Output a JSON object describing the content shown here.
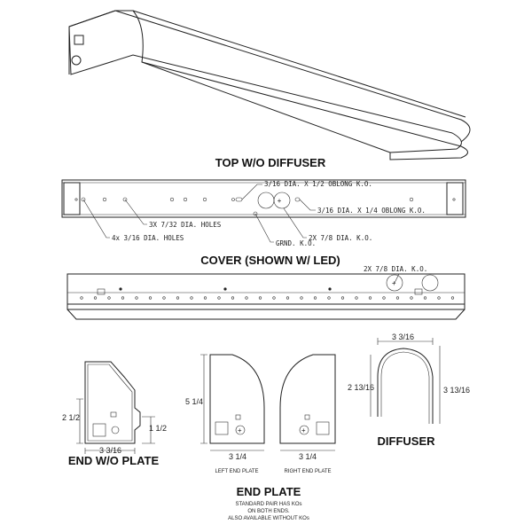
{
  "titles": {
    "top": "TOP W/O DIFFUSER",
    "cover": "COVER (SHOWN W/ LED)",
    "end_wo_plate": "END W/O PLATE",
    "diffuser": "DIFFUSER",
    "end_plate": "END PLATE"
  },
  "callouts": {
    "oblong_half": "3/16 DIA. X 1/2 OBLONG K.O.",
    "oblong_quarter": "3/16 DIA. X 1/4 OBLONG K.O.",
    "holes_7_32": "3X 7/32 DIA. HOLES",
    "holes_3_16": "4x 3/16 DIA. HOLES",
    "grnd": "GRND. K.O.",
    "ko_7_8": "2X 7/8 DIA. K.O.",
    "cover_ko": "2X 7/8 DIA. K.O."
  },
  "dimensions": {
    "end_height": "2 1/2",
    "end_notch": "1 1/2",
    "end_width": "3 3/16",
    "plate_height": "5 1/4",
    "left_plate_width": "3 1/4",
    "right_plate_width": "3 1/4",
    "diffuser_width": "3 3/16",
    "diffuser_left": "2 13/16",
    "diffuser_right": "3 13/16"
  },
  "labels": {
    "left_end_plate": "LEFT END PLATE",
    "right_end_plate": "RIGHT END PLATE"
  },
  "notes": {
    "line1": "STANDARD PAIR HAS KOs",
    "line2": "ON BOTH ENDS.",
    "line3": "ALSO AVAILABLE WITHOUT KOs"
  }
}
